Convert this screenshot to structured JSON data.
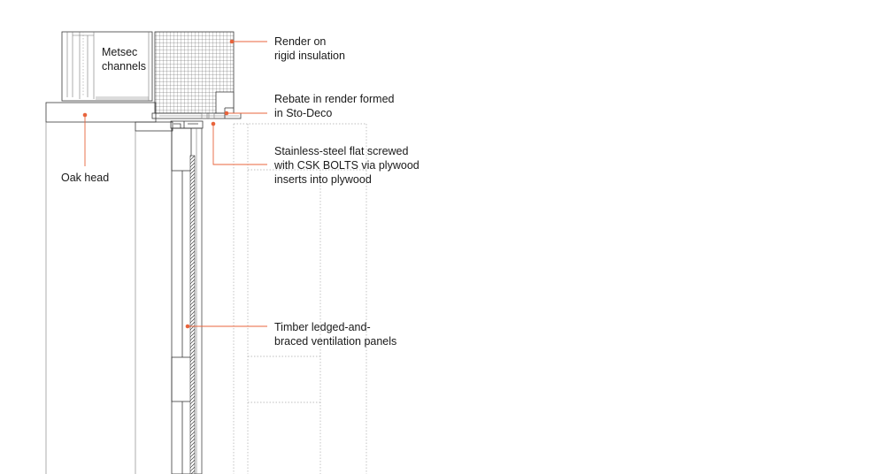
{
  "colors": {
    "leader": "#e8643c",
    "line": "#3a3a3a",
    "fill": "#f6f3ee"
  },
  "labels": {
    "metsec": [
      "Metsec",
      "channels"
    ],
    "render": [
      "Render on",
      "rigid insulation"
    ],
    "rebate": [
      "Rebate in render formed",
      "in Sto-Deco"
    ],
    "oak": [
      "Oak head"
    ],
    "steel": [
      "Stainless-steel flat screwed",
      "with CSK BOLTS via plywood",
      "inserts into plywood"
    ],
    "timber": [
      "Timber ledged-and-",
      "braced ventilation panels"
    ]
  }
}
